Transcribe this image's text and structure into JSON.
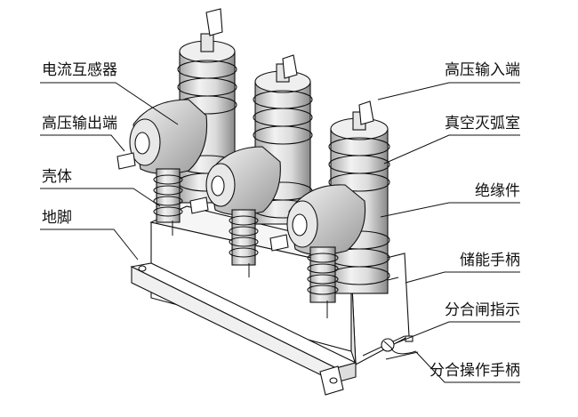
{
  "labels": {
    "current_transformer": "电流互感器",
    "hv_output_terminal": "高压输出端",
    "shell": "壳体",
    "foot": "地脚",
    "hv_input_terminal": "高压输入端",
    "vacuum_interrupter": "真空灭弧室",
    "insulator": "绝缘件",
    "energy_storage_handle": "储能手柄",
    "open_close_indicator": "分合闸指示",
    "open_close_operating_handle": "分合操作手柄"
  }
}
